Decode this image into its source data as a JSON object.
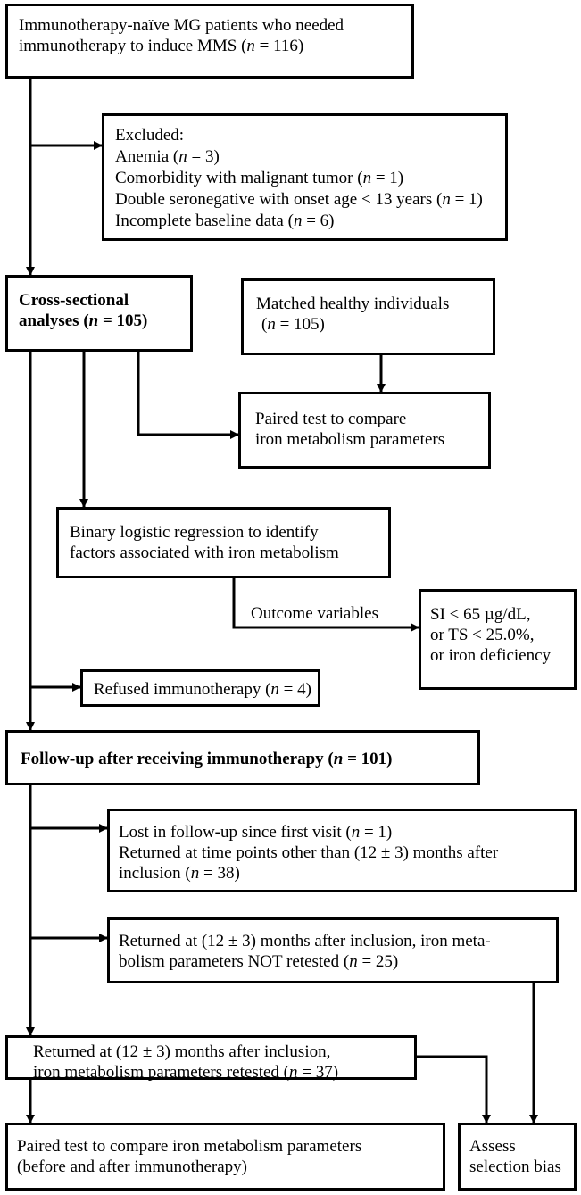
{
  "boxes": {
    "start": {
      "line1": "Immunotherapy-naïve MG patients who needed",
      "line2_pre": "immunotherapy to induce MMS (",
      "line2_n": "n",
      "line2_post": " = 116)"
    },
    "excluded": {
      "title": "Excluded:",
      "anemia_pre": "Anemia (",
      "anemia_n": "n",
      "anemia_post": " = 3)",
      "comorb_pre": "Comorbidity with malignant tumor (",
      "comorb_n": "n",
      "comorb_post": " = 1)",
      "double_pre": "Double seronegative with onset age < 13 years (",
      "double_n": "n",
      "double_post": " = 1)",
      "incomplete_pre": "Incomplete baseline data (",
      "incomplete_n": "n",
      "incomplete_post": " = 6)"
    },
    "cross_sectional": {
      "line1": "Cross-sectional",
      "line2_pre": "analyses (",
      "line2_n": "n",
      "line2_post": " = 105)"
    },
    "matched": {
      "line1": "Matched healthy individuals",
      "line2_pre": "(",
      "line2_n": "n",
      "line2_post": " = 105)"
    },
    "paired1": {
      "line1": "Paired test to compare",
      "line2": "iron metabolism parameters"
    },
    "logistic": {
      "line1": "Binary logistic regression to identify",
      "line2": "factors associated with iron metabolism"
    },
    "outcome_label": "Outcome variables",
    "outcome": {
      "line1": "SI < 65 µg/dL,",
      "line2": "or TS < 25.0%,",
      "line3": "or iron deficiency"
    },
    "refused": {
      "pre": "Refused immunotherapy (",
      "n": "n",
      "post": " = 4)"
    },
    "followup": {
      "pre": "Follow-up after receiving immunotherapy (",
      "n": "n",
      "post": " = 101)"
    },
    "lost": {
      "l1_pre": "Lost in follow-up since first visit (",
      "l1_n": "n",
      "l1_post": " = 1)",
      "l2": "Returned at time points other than (12 ± 3) months after",
      "l3_pre": "inclusion (",
      "l3_n": "n",
      "l3_post": " = 38)"
    },
    "not_retested": {
      "l1": "Returned at (12 ± 3) months after inclusion, iron meta-",
      "l2_pre": "bolism parameters NOT retested (",
      "l2_n": "n",
      "l2_post": " = 25)"
    },
    "retested": {
      "l1": "Returned at (12 ± 3) months after inclusion,",
      "l2_pre": "iron metabolism parameters retested (",
      "l2_n": "n",
      "l2_post": " = 37)"
    },
    "paired2": {
      "line1": "Paired test to compare iron metabolism parameters",
      "line2": "(before and after immunotherapy)"
    },
    "assess": {
      "line1": "Assess",
      "line2": "selection bias"
    }
  }
}
